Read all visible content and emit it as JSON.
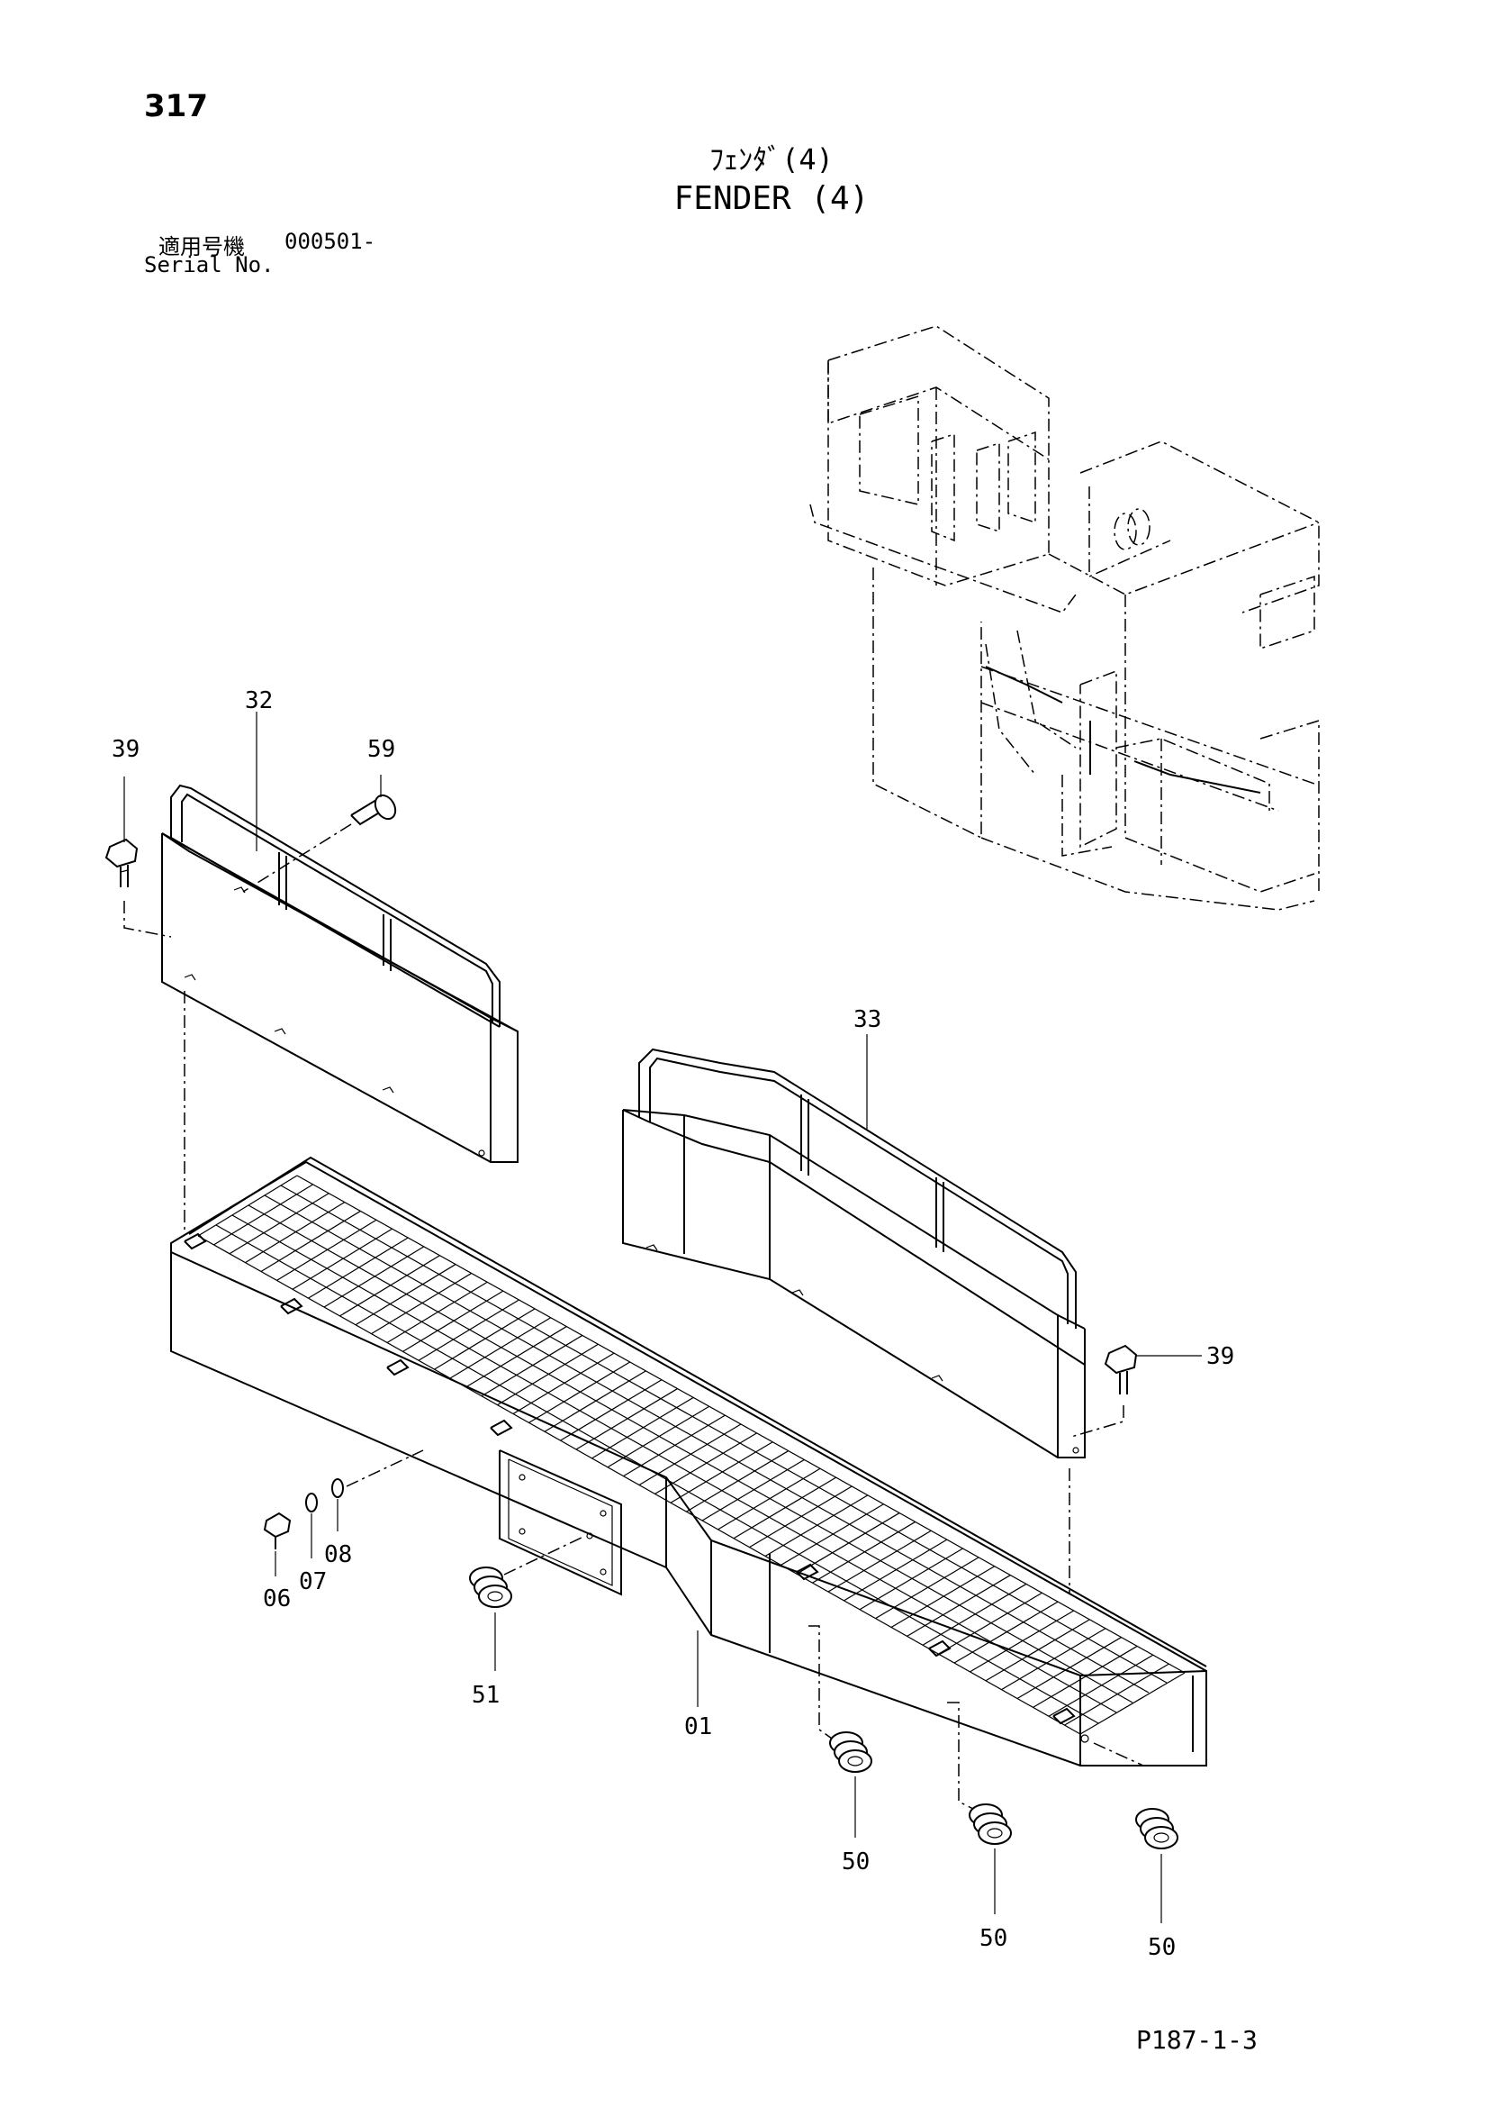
{
  "header": {
    "page_number": "317",
    "title_jp": "ﾌｪﾝﾀﾞ(4)",
    "title_en": "FENDER (4)",
    "serial_label_jp": "適用号機",
    "serial_value": "000501-",
    "serial_label_en": "Serial No."
  },
  "callouts": {
    "p32": "32",
    "p39a": "39",
    "p59": "59",
    "p33": "33",
    "p39b": "39",
    "p06": "06",
    "p07": "07",
    "p08": "08",
    "p51": "51",
    "p01": "01",
    "p50a": "50",
    "p50b": "50",
    "p50c": "50"
  },
  "footer": {
    "code": "P187-1-3"
  }
}
